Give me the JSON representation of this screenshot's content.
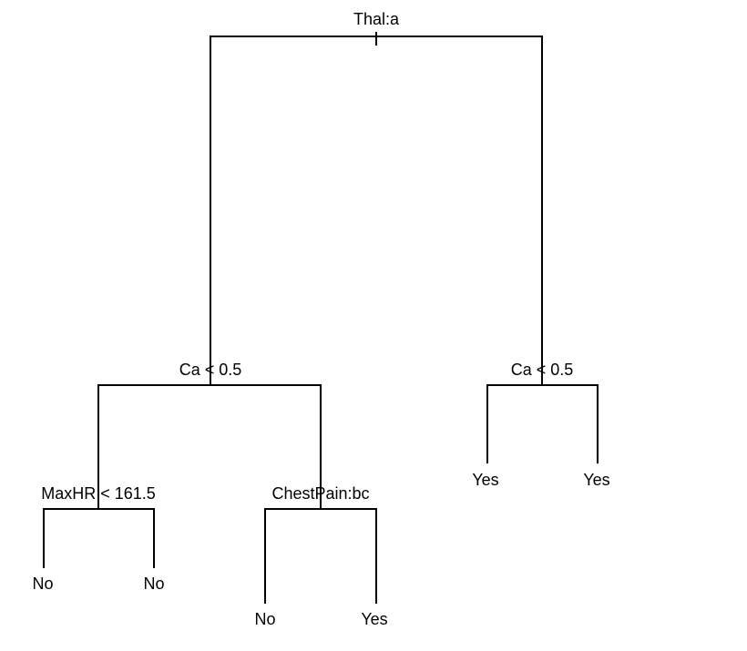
{
  "tree": {
    "root_split": "Thal:a",
    "left_split": "Ca < 0.5",
    "right_split": "Ca < 0.5",
    "left_left_split": "MaxHR < 161.5",
    "left_right_split": "ChestPain:bc",
    "leaves": {
      "ll_left": "No",
      "ll_right": "No",
      "lr_left": "No",
      "lr_right": "Yes",
      "r_left": "Yes",
      "r_right": "Yes"
    }
  }
}
